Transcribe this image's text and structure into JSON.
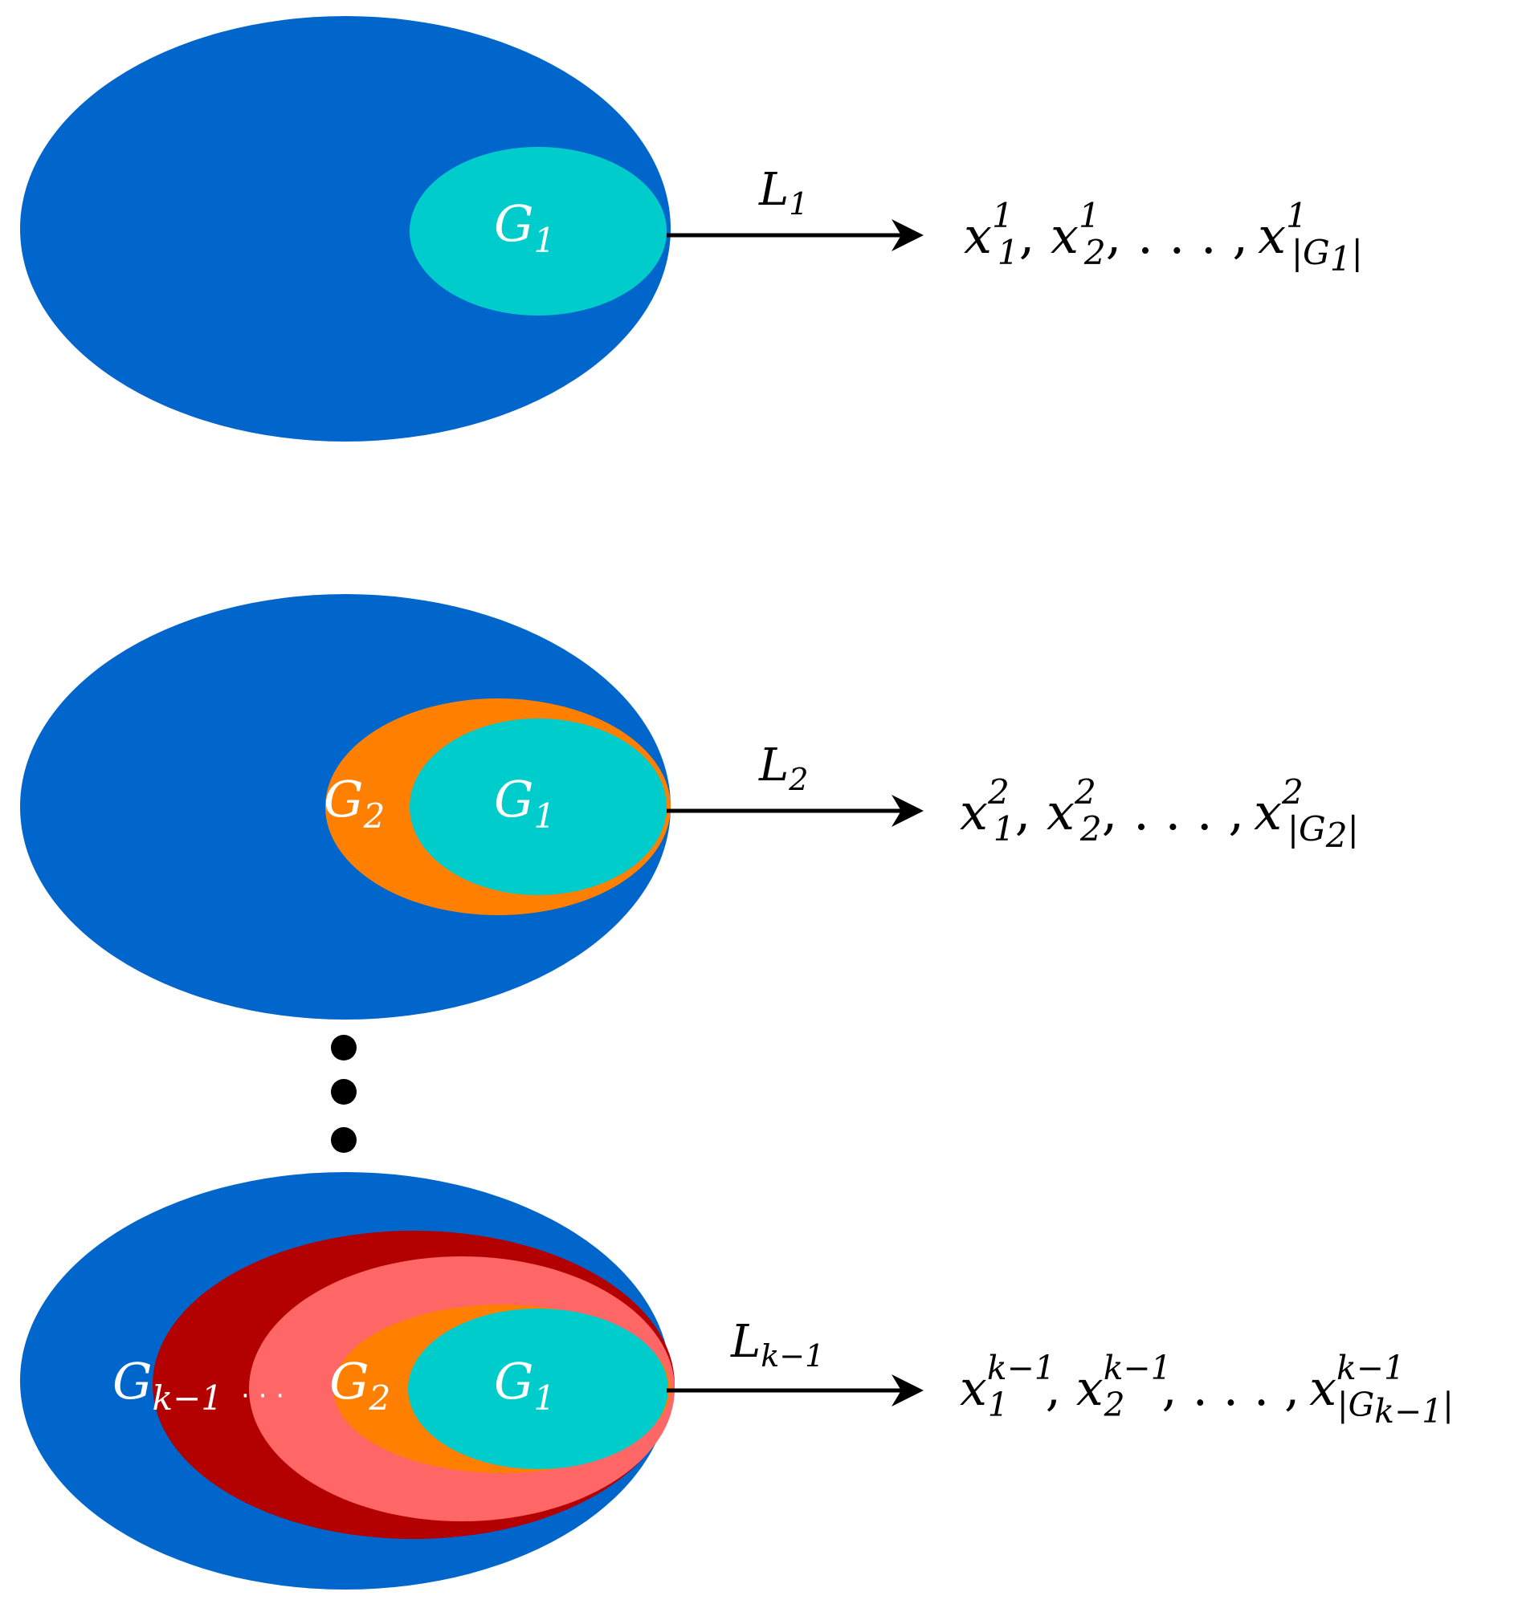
{
  "colors": {
    "outer": "#0066cc",
    "g1": "#00cccc",
    "g2": "#ff8000",
    "gmid": "#ff6666",
    "gk1": "#b30000",
    "arrow": "#000000",
    "label_on_shape": "#ffffff",
    "text": "#000000"
  },
  "panels": [
    {
      "sets": [
        {
          "base": "G",
          "sub": "1"
        }
      ],
      "arrow": {
        "base": "L",
        "sub": "1"
      },
      "output": {
        "x_sup": "1",
        "first_sub": "1",
        "second_sub": "2",
        "last_sub": "|G",
        "last_sub_index": "1",
        "last_sub_close": "|",
        "separator": ", ",
        "ellipsis": ". . . ,"
      }
    },
    {
      "sets": [
        {
          "base": "G",
          "sub": "2"
        },
        {
          "base": "G",
          "sub": "1"
        }
      ],
      "arrow": {
        "base": "L",
        "sub": "2"
      },
      "output": {
        "x_sup": "2",
        "first_sub": "1",
        "second_sub": "2",
        "last_sub": "|G",
        "last_sub_index": "2",
        "last_sub_close": "|",
        "separator": ", ",
        "ellipsis": ". . . ,"
      }
    },
    {
      "sets": [
        {
          "base": "G",
          "sub": "k−1"
        },
        {
          "base": "G",
          "sub": "2"
        },
        {
          "base": "G",
          "sub": "1"
        }
      ],
      "between_dots": "· · ·",
      "arrow": {
        "base": "L",
        "sub": "k−1"
      },
      "output": {
        "x_sup": "k−1",
        "first_sub": "1",
        "second_sub": "2",
        "last_sub": "|G",
        "last_sub_index": "k−1",
        "last_sub_close": "|",
        "separator": ", ",
        "ellipsis": ". . . ,"
      }
    }
  ]
}
